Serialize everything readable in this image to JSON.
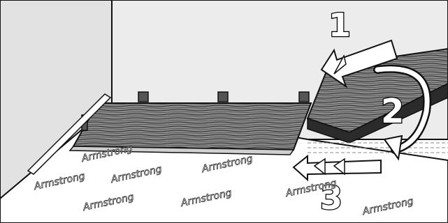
{
  "illustration": {
    "step_labels": [
      "1",
      "2",
      "3"
    ],
    "underlayment_brand": "Armstrong",
    "underlayment_wordmarks": [
      "Armstrong",
      "Armstrong",
      "Armstrong",
      "Armstrong",
      "Armstrong",
      "Armstrong",
      "Armstrong",
      "Armstrong"
    ],
    "colors": {
      "wall": "#ededed",
      "floor": "#ffffff",
      "plank": "#7a7a7a",
      "outline": "#111111"
    }
  }
}
